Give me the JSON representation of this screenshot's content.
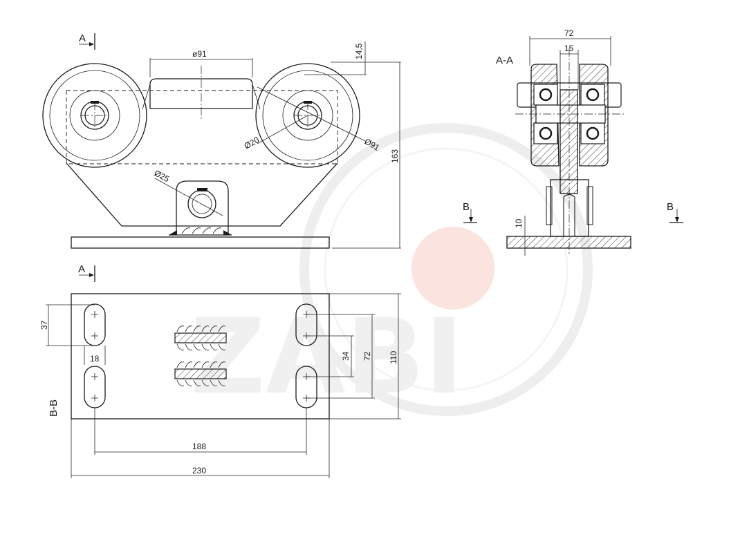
{
  "watermark": {
    "text": "ZABI",
    "ring_color": "#ededed",
    "dot_color": "#fbe4e0",
    "text_color": "#f0f0f0"
  },
  "colors": {
    "line": "#1a1a1a",
    "background": "#ffffff"
  },
  "section_marks": {
    "a_top": "A",
    "a_bottom": "A",
    "b_left": "B",
    "b_right": "B"
  },
  "views": {
    "side": {
      "dims": {
        "roller_left_diam": "ø91",
        "roller_right_diam": "Ø91",
        "top_offset": "14,5",
        "total_height": "163",
        "axle_diam": "Ø20",
        "pin_diam": "Ø25"
      }
    },
    "section_aa": {
      "title": "A-A",
      "dims": {
        "width": "72",
        "web": "15",
        "plate": "10"
      }
    },
    "section_bb": {
      "title": "B-B",
      "dims": {
        "slot_pitch": "37",
        "slot_width": "18",
        "inner_spacing": "34",
        "outer_spacing": "72",
        "depth": "110",
        "hole_spacing": "188",
        "length": "230"
      }
    }
  }
}
